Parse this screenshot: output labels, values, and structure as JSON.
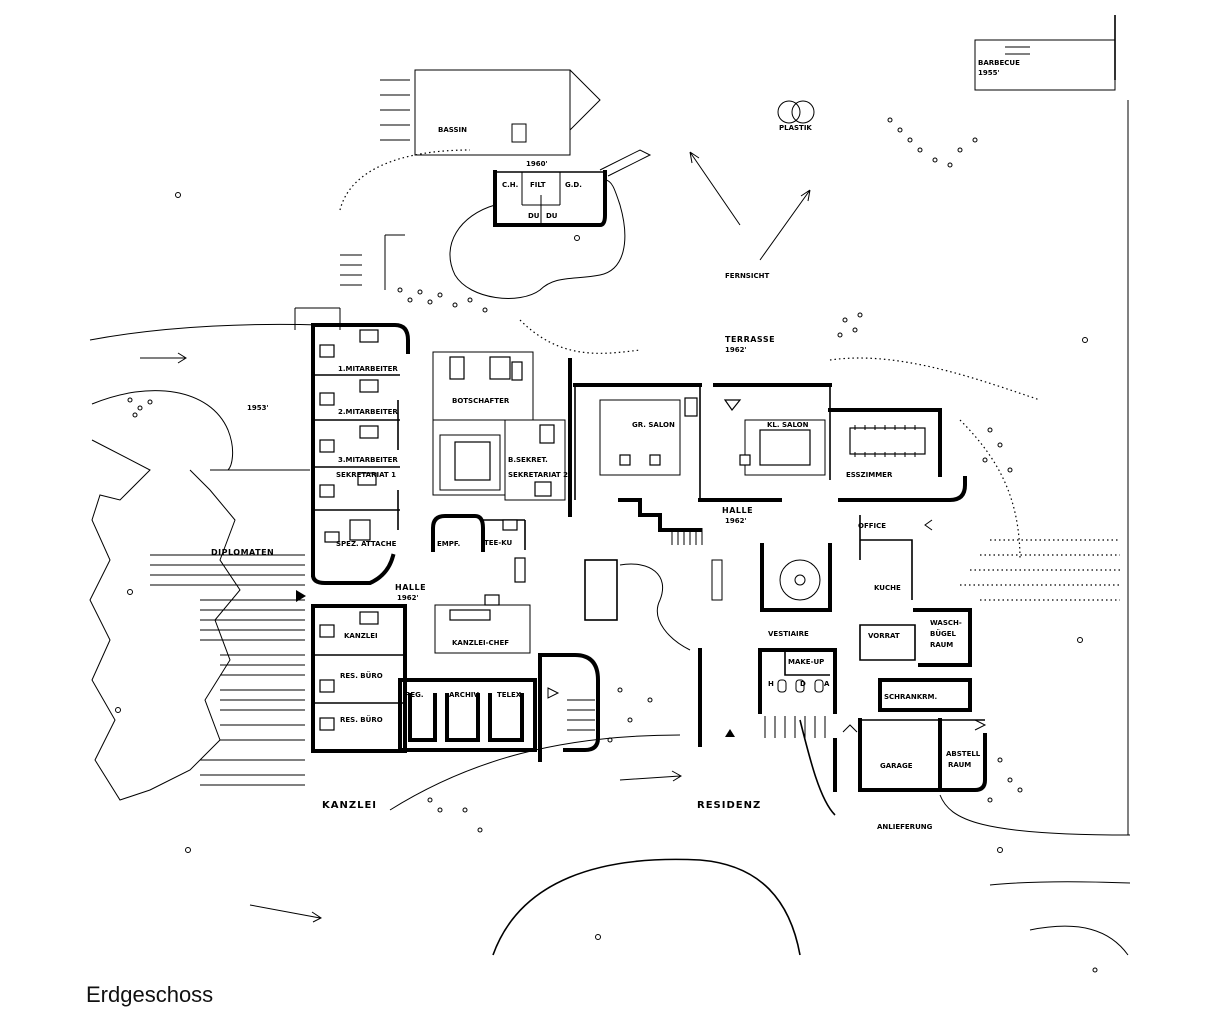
{
  "caption": "Erdgeschoss",
  "labels": {
    "bassin": "BASSIN",
    "barbecue": "BARBECUE",
    "barbecue_year": "1955'",
    "plastik": "PLASTIK",
    "pool_year": "1960'",
    "ch": "C.H.",
    "filt": "FILT",
    "gd": "G.D.",
    "du1": "DU",
    "du2": "DU",
    "fernsicht": "FERNSICHT",
    "terrasse": "TERRASSE",
    "terrasse_year": "1962'",
    "mitarbeiter1": "1.MITARBEITER",
    "mitarbeiter2": "2.MITARBEITER",
    "mitarbeiter3": "3.MITARBEITER",
    "year_1953": "1953'",
    "botschafter": "BOTSCHAFTER",
    "sekret_b": "B.SEKRET.",
    "sekretariat1": "SEKRETARIAT 1",
    "sekretariat2": "SEKRETARIAT 2",
    "spez_attache": "SPEZ. ATTACHE",
    "empf": "EMPF.",
    "tee_ku": "TEE-KU",
    "diplomaten": "DIPLOMATEN",
    "halle_left": "HALLE",
    "halle_left_year": "1962'",
    "kanzlei_room": "KANZLEI",
    "kanzlei_chef": "KANZLEI-CHEF",
    "res_buero1": "RES. BÜRO",
    "res_buero2": "RES. BÜRO",
    "reg": "REG.",
    "archiv": "ARCHIV",
    "telex": "TELEX",
    "gr_salon": "GR. SALON",
    "kl_salon": "KL. SALON",
    "esszimmer": "ESSZIMMER",
    "halle_right": "HALLE",
    "halle_right_year": "1962'",
    "office": "OFFICE",
    "kueche": "KUCHE",
    "vorrat": "VORRAT",
    "wasch": "WASCH-",
    "buegel": "BÜGEL",
    "raum": "RAUM",
    "vestiaire": "VESTIAIRE",
    "make_up": "MAKE-UP",
    "h": "H",
    "d": "D",
    "a": "A",
    "schrankrm": "SCHRANKRM.",
    "garage": "GARAGE",
    "abstell": "ABSTELL",
    "abstell_raum": "RAUM",
    "kanzlei_bottom": "KANZLEI",
    "residenz": "RESIDENZ",
    "anlieferung": "ANLIEFERUNG"
  }
}
